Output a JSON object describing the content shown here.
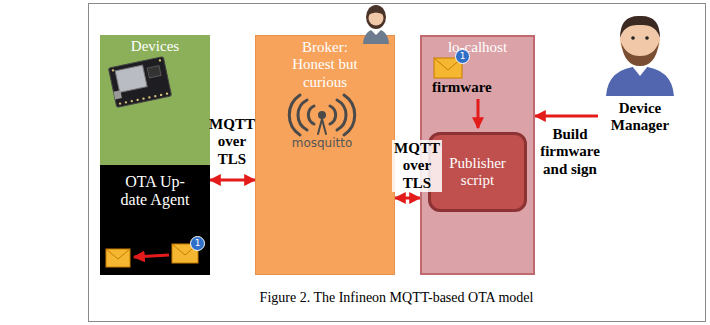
{
  "diagram": {
    "caption": "Figure 2. The Infineon MQTT-based OTA model",
    "nodes": [
      {
        "text": [
          "Devices"
        ]
      },
      {
        "text": [
          "OTA Up-date Agent"
        ],
        "in": 0
      },
      {
        "text": [
          "Broker: Honest but curious"
        ]
      },
      {
        "text": [
          "lo-calhost"
        ]
      },
      {
        "text": [
          "Publisher script"
        ],
        "in": 3
      },
      {
        "text": [
          "Device Manager"
        ]
      }
    ],
    "edges": [
      {
        "from": 1,
        "to": 2,
        "arrow": "both",
        "label": "MQTT over TLS"
      },
      {
        "from": 2,
        "to": 3,
        "arrow": "both",
        "label": "MQTT over TLS"
      },
      {
        "from": 5,
        "to": 3,
        "arrow": "to",
        "label": "Build firmware and sign"
      }
    ],
    "labels": [
      "mosquitto",
      "1",
      "firmware",
      "1"
    ]
  }
}
